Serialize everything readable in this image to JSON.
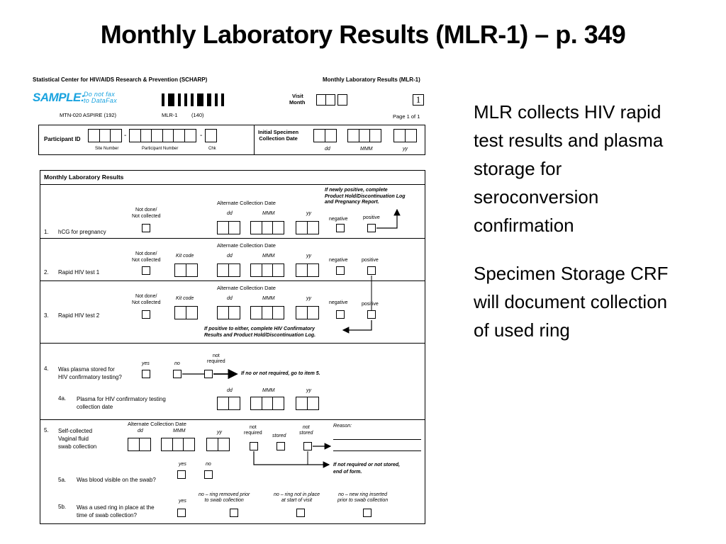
{
  "slide": {
    "title": "Monthly Laboratory Results (MLR-1) – p. 349",
    "side_text": [
      "MLR collects HIV rapid test results and plasma storage for seroconversion confirmation",
      "Specimen Storage CRF will document collection of used ring"
    ]
  },
  "form": {
    "org": "Statistical Center for HIV/AIDS Research & Prevention (SCHARP)",
    "form_name": "Monthly Laboratory Results (MLR-1)",
    "sample": "SAMPLE:",
    "do_not_fax": "Do not fax",
    "to_datafax": "to DataFax",
    "study": "MTN-020 ASPIRE (192)",
    "form_code": "MLR-1",
    "form_num": "(140)",
    "visit": "Visit",
    "month": "Month",
    "page_box": "1",
    "page_of": "Page 1 of 1",
    "participant_id": "Participant ID",
    "site_number": "Site Number",
    "participant_number": "Participant Number",
    "chk": "Chk",
    "initial_specimen": "Initial Specimen",
    "collection_date": "Collection Date",
    "dd": "dd",
    "mmm": "MMM",
    "yy": "yy",
    "section_title": "Monthly Laboratory Results",
    "alt_collection_date": "Alternate Collection Date",
    "not_done": "Not done/",
    "not_collected": "Not collected",
    "kit_code": "Kit code",
    "negative": "negative",
    "positive": "positive",
    "if_newly_positive": "If newly positive, complete",
    "product_hold_log": "Product Hold/Discontinuation Log",
    "and_pregnancy": "and Pregnancy Report.",
    "item1_num": "1.",
    "item1_label": "hCG for pregnancy",
    "item2_num": "2.",
    "item2_label": "Rapid HIV test 1",
    "item3_num": "3.",
    "item3_label": "Rapid HIV test 2",
    "if_positive_either": "If positive to either, complete HIV Confirmatory",
    "results_and_product": "Results and Product Hold/Discontinuation Log.",
    "item4_num": "4.",
    "item4_label_1": "Was plasma stored for",
    "item4_label_2": "HIV confirmatory testing?",
    "yes": "yes",
    "no": "no",
    "not": "not",
    "required": "required",
    "if_no_go5": "If no or not required, go to item 5.",
    "item4a_num": "4a.",
    "item4a_label_1": "Plasma for HIV confirmatory testing",
    "item4a_label_2": "collection date",
    "item5_num": "5.",
    "item5_label_1": "Self-collected",
    "item5_label_2": "Vaginal fluid",
    "item5_label_3": "swab collection",
    "stored": "stored",
    "not_stored_1": "not",
    "not_stored_2": "stored",
    "reason": "Reason:",
    "if_not_required_stored": "If not required or not stored,",
    "end_of_form": "end of form.",
    "item5a_num": "5a.",
    "item5a_label": "Was blood visible on the swab?",
    "item5b_num": "5b.",
    "item5b_label_1": "Was a used ring in place at the",
    "item5b_label_2": "time of swab collection?",
    "opt_removed_1": "no – ring removed prior",
    "opt_removed_2": "to swab collection",
    "opt_notplace_1": "no – ring not in place",
    "opt_notplace_2": "at start of visit",
    "opt_new_1": "no – new ring inserted",
    "opt_new_2": "prior to swab collection"
  }
}
